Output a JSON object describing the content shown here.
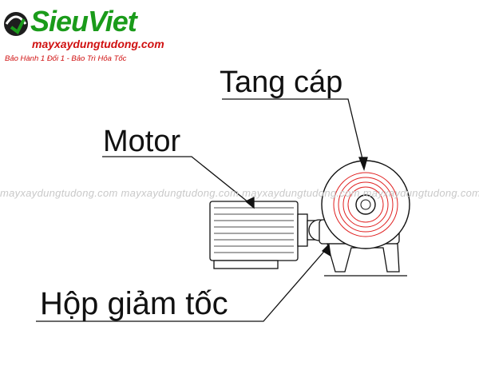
{
  "brand": {
    "name": "SieuViet",
    "domain": "mayxaydungtudong.com",
    "slogan": "Bảo Hành 1 Đổi 1 - Bảo Trì Hỏa Tốc",
    "primary_color": "#1a9b1a",
    "secondary_color": "#d01010"
  },
  "watermark": "mayxaydungtudong.com mayxaydungtudong.com mayxaydungtudong.com mayxaydungtudong.com",
  "labels": {
    "cable_drum": "Tang cáp",
    "motor": "Motor",
    "gearbox": "Hộp giảm tốc"
  },
  "colors": {
    "line": "#111111",
    "highlight": "#e02020"
  }
}
